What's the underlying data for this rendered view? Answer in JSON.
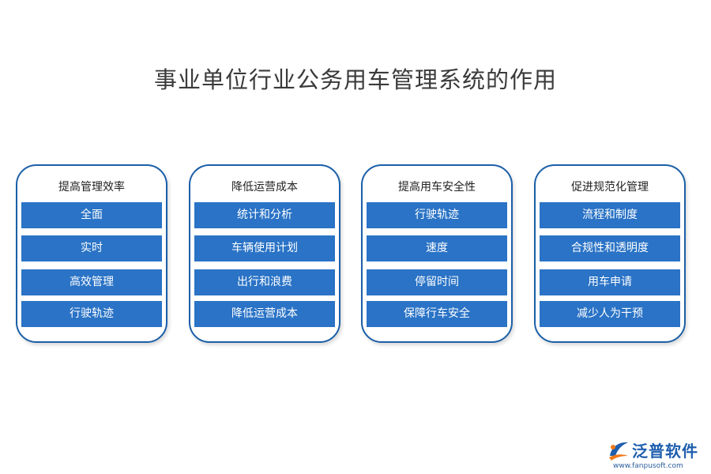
{
  "title": "事业单位行业公务用车管理系统的作用",
  "cards": [
    {
      "title": "提高管理效率",
      "items": [
        "全面",
        "实时",
        "高效管理",
        "行驶轨迹"
      ]
    },
    {
      "title": "降低运营成本",
      "items": [
        "统计和分析",
        "车辆使用计划",
        "出行和浪费",
        "降低运营成本"
      ]
    },
    {
      "title": "提高用车安全性",
      "items": [
        "行驶轨迹",
        "速度",
        "停留时间",
        "保障行车安全"
      ]
    },
    {
      "title": "促进规范化管理",
      "items": [
        "流程和制度",
        "合规性和透明度",
        "用车申请",
        "减少人为干预"
      ]
    }
  ],
  "logo": {
    "name": "泛普软件",
    "url": "www.fanpusoft.com",
    "icon": "fanpu-logo-icon"
  },
  "colors": {
    "card_border": "#1b5fa8",
    "item_bg": "#2a73c6",
    "logo_text": "#1f5fae",
    "logo_accent": "#f07a1a"
  }
}
